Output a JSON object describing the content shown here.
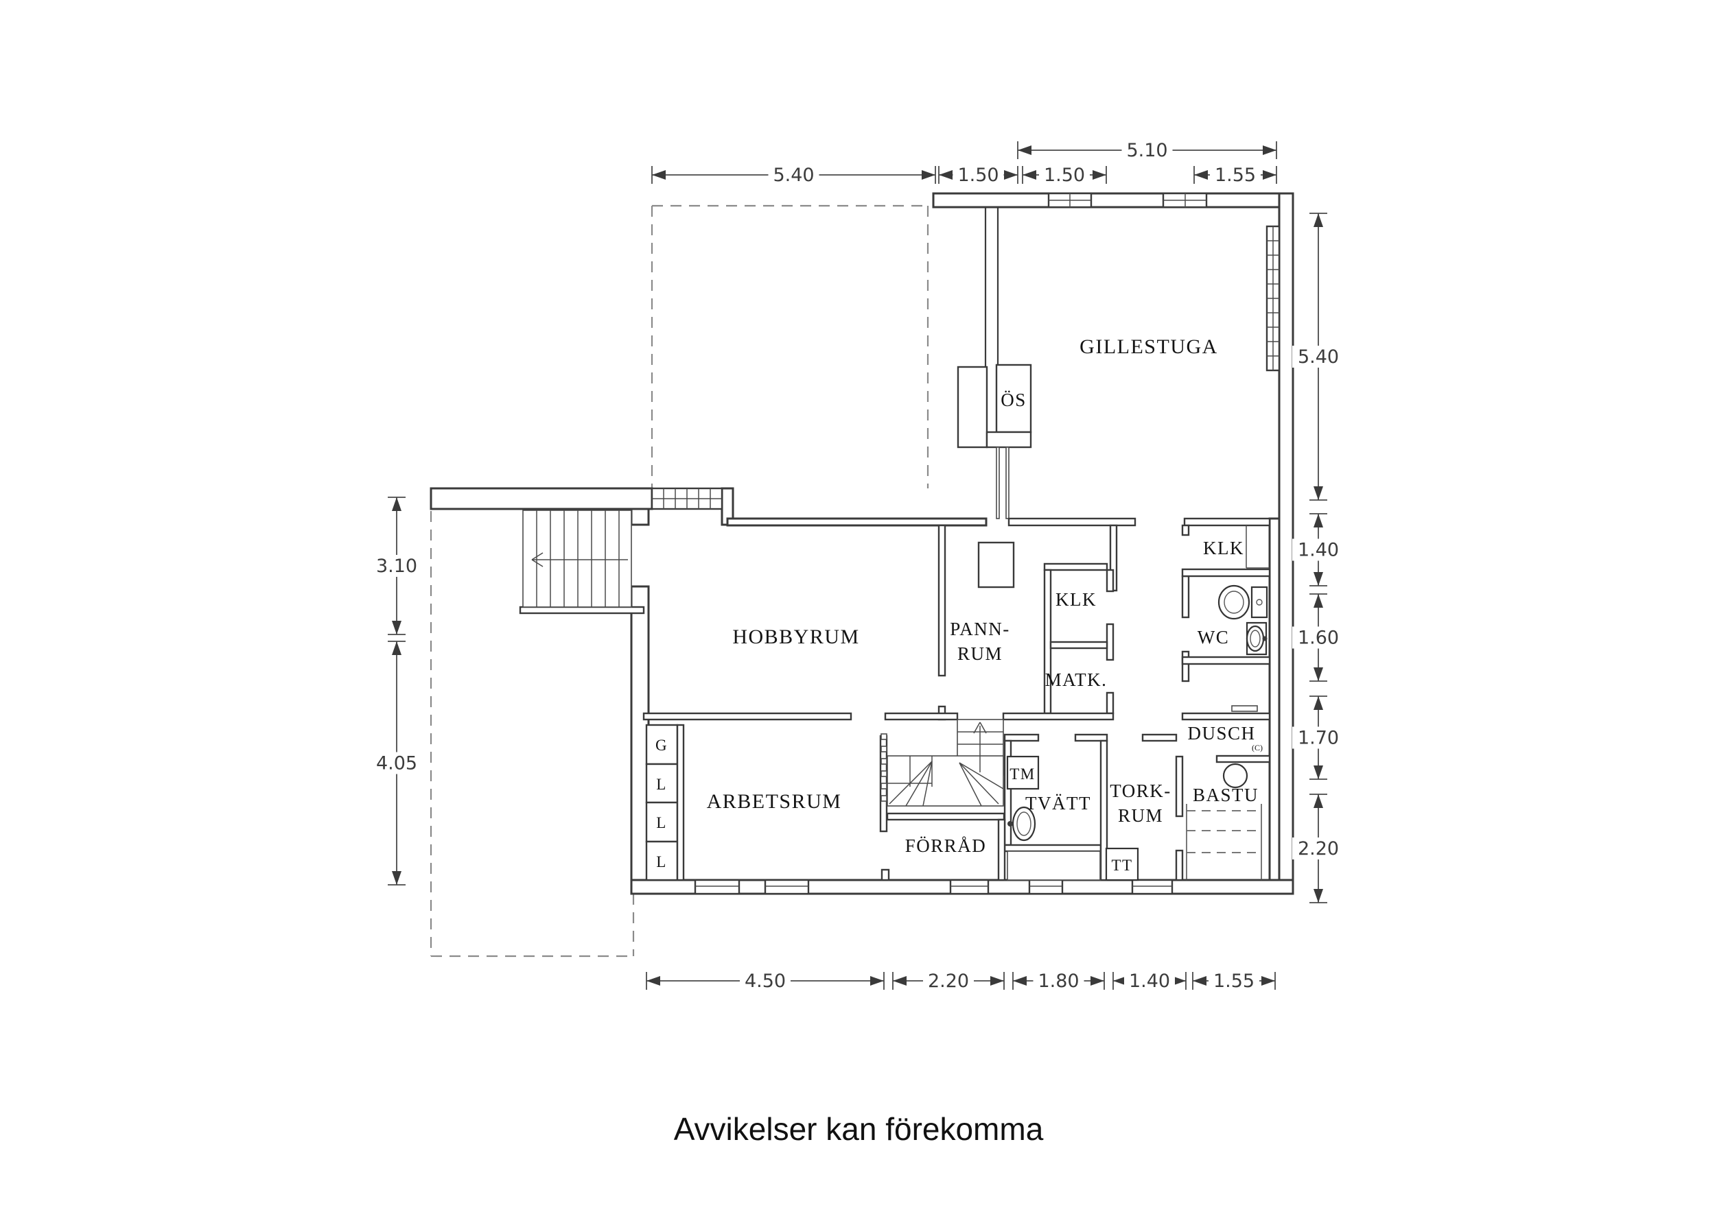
{
  "rooms": {
    "gillestuga": "GILLESTUGA",
    "os": "ÖS",
    "hobbyrum": "HOBBYRUM",
    "pannrum_line1": "PANN-",
    "pannrum_line2": "RUM",
    "klk_center": "KLK",
    "matk": "MATK.",
    "klk_right": "KLK",
    "wc": "WC",
    "dusch": "DUSCH",
    "dusch_mark": "(C)",
    "bastu": "BASTU",
    "torkrum_line1": "TORK-",
    "torkrum_line2": "RUM",
    "tvatt": "TVÄTT",
    "tm": "TM",
    "tt": "TT",
    "arbetsrum": "ARBETSRUM",
    "forrad": "FÖRRÅD"
  },
  "closets": {
    "g": "G",
    "l1": "L",
    "l2": "L",
    "l3": "L"
  },
  "dimensions": {
    "top_overall": "5.10",
    "top": [
      "5.40",
      "1.50",
      "1.50",
      "1.55"
    ],
    "right": [
      "5.40",
      "1.40",
      "1.60",
      "1.70",
      "2.20"
    ],
    "left": [
      "3.10",
      "4.05"
    ],
    "bottom": [
      "4.50",
      "2.20",
      "1.80",
      "1.40",
      "1.55"
    ]
  },
  "footer": "Avvikelser kan förekomma"
}
